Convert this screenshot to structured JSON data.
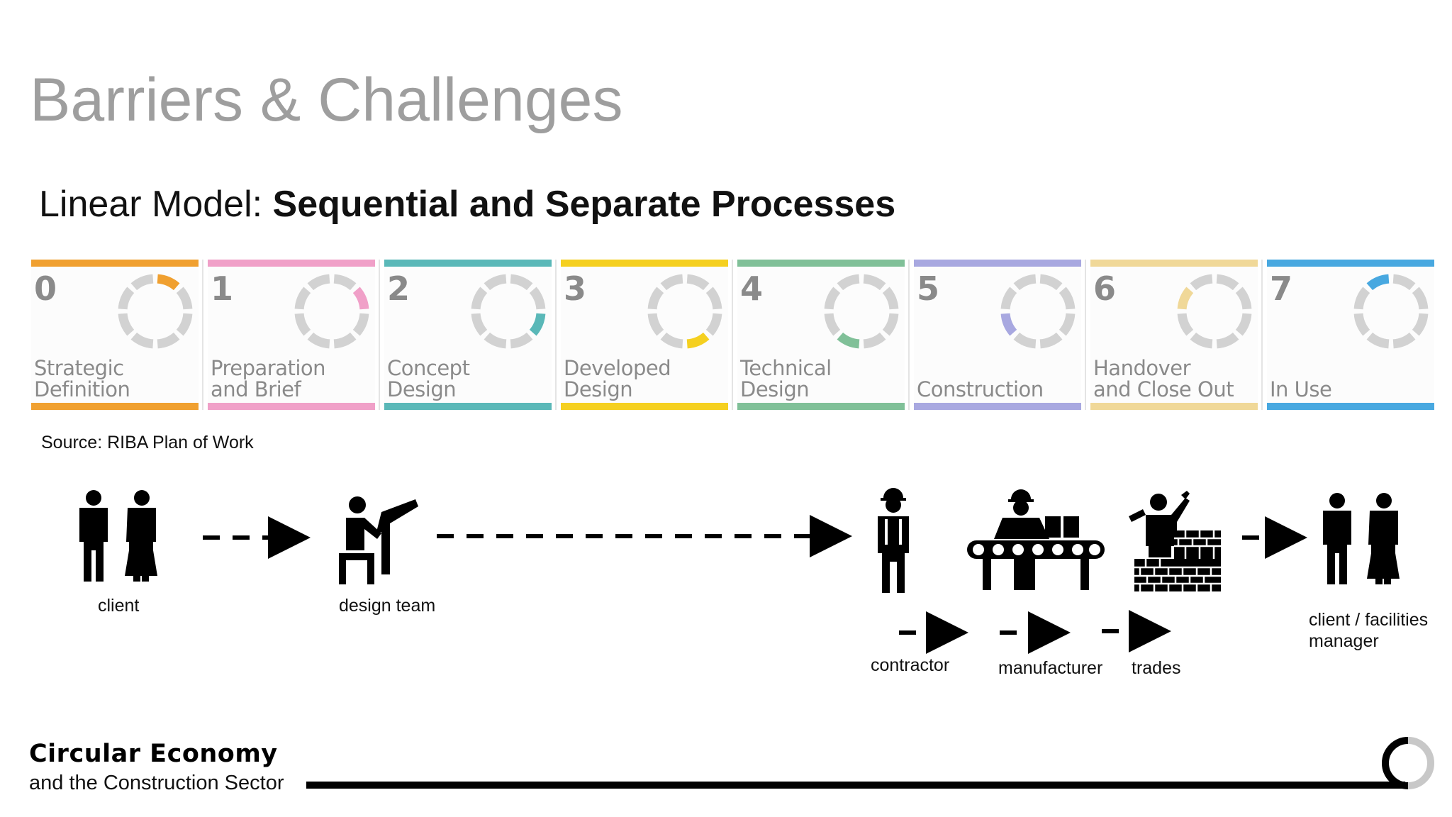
{
  "slide": {
    "title": "Barriers & Challenges",
    "subtitle_normal": "Linear Model: ",
    "subtitle_bold": "Sequential and Separate Processes",
    "source": "Source: RIBA Plan of Work"
  },
  "stages": [
    {
      "number": "0",
      "name": "Strategic\nDefinition",
      "color": "#f0a030"
    },
    {
      "number": "1",
      "name": "Preparation\nand Brief",
      "color": "#f0a0c8"
    },
    {
      "number": "2",
      "name": "Concept\nDesign",
      "color": "#5ab8b8"
    },
    {
      "number": "3",
      "name": "Developed\nDesign",
      "color": "#f5d020"
    },
    {
      "number": "4",
      "name": "Technical\nDesign",
      "color": "#80c098"
    },
    {
      "number": "5",
      "name": "Construction",
      "color": "#a8a8e0"
    },
    {
      "number": "6",
      "name": "Handover\nand Close Out",
      "color": "#f0d898"
    },
    {
      "number": "7",
      "name": "In Use",
      "color": "#48a8e0"
    }
  ],
  "actors": {
    "client": "client",
    "design_team": "design team",
    "contractor": "contractor",
    "manufacturer": "manufacturer",
    "trades": "trades",
    "client_fm_line1": "client / facilities",
    "client_fm_line2": "manager"
  },
  "footer": {
    "line1": "Circular Economy",
    "line2": "and the Construction Sector"
  }
}
